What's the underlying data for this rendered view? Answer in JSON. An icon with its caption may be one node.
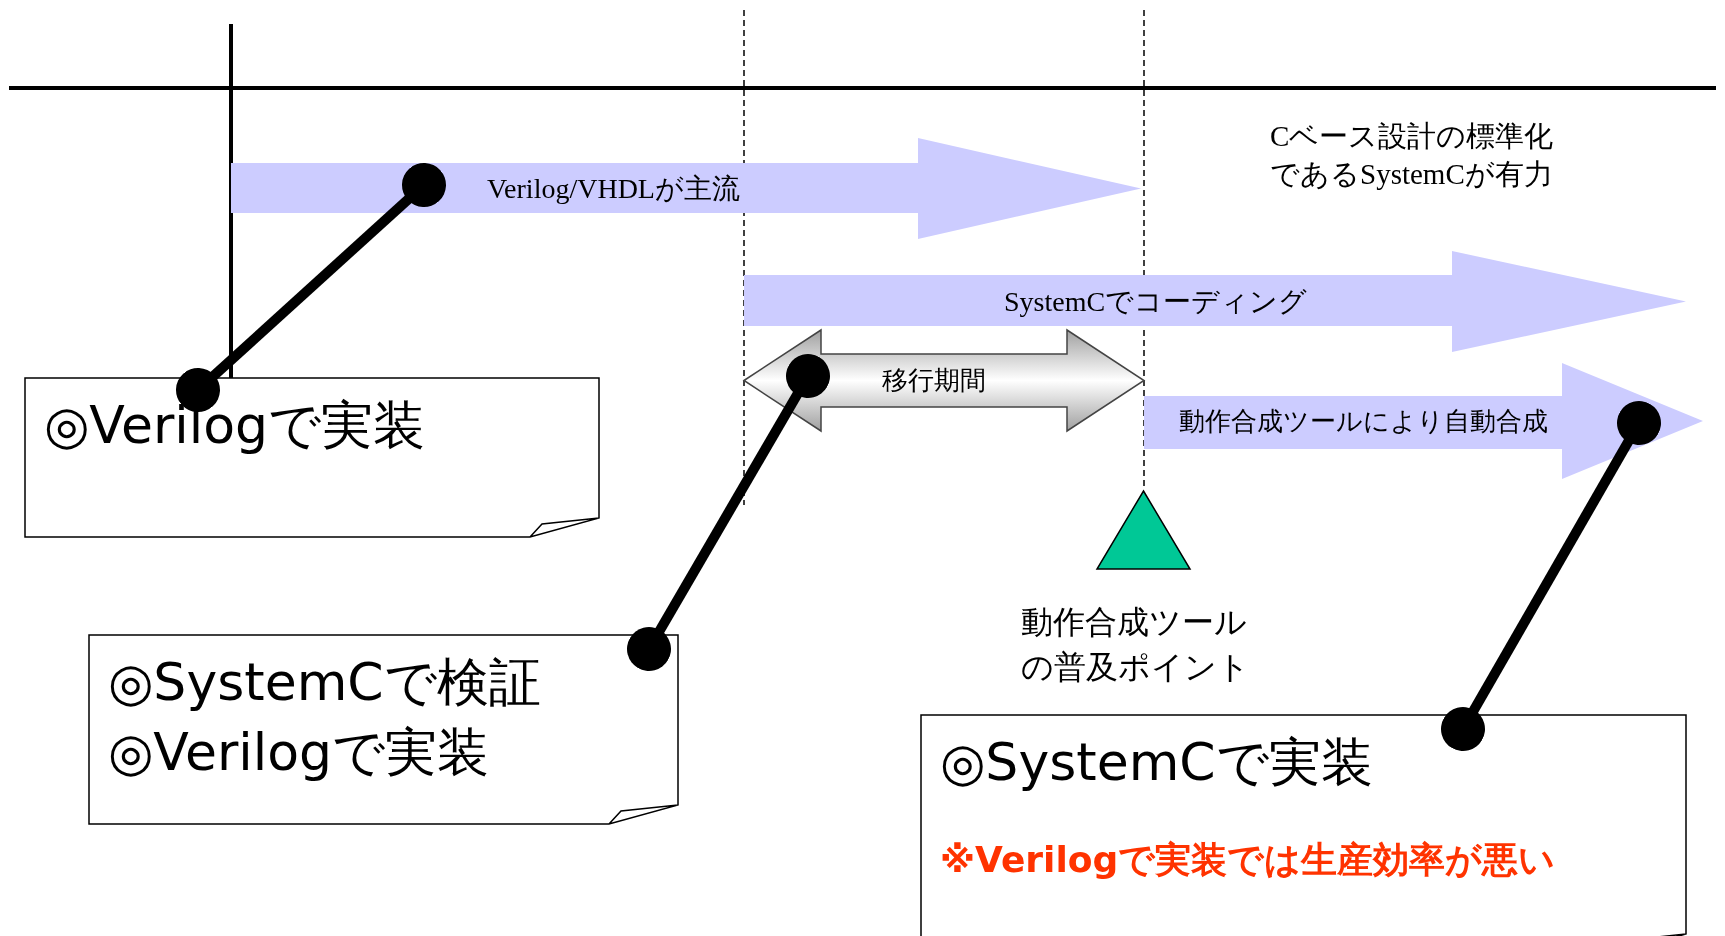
{
  "diagram": {
    "nodes": [
      {
        "text": [
          "Verilog/VHDLが主流"
        ]
      },
      {
        "text": [
          "SystemCでコーディング"
        ]
      },
      {
        "text": [
          "移行期間"
        ]
      },
      {
        "text": [
          "動作合成ツールにより自動合成"
        ]
      },
      {
        "text": [
          "◎Verilogで実装"
        ]
      },
      {
        "text": [
          "◎SystemCで検証",
          "◎Verilogで実装"
        ]
      },
      {
        "text": [
          "◎SystemCで実装",
          "※Verilogで実装では生産効率が悪い"
        ]
      },
      {
        "text": [],
        "shape": "triangle",
        "beside": [
          "動作合成ツールの普及ポイント"
        ]
      }
    ],
    "edges": [
      {
        "from": 4,
        "to": 0,
        "arrow": "other"
      },
      {
        "from": 5,
        "to": 2,
        "arrow": "other"
      },
      {
        "from": 6,
        "to": 3,
        "arrow": "other"
      }
    ],
    "labels": [
      "Cベース設計の標準化であるSystemCが有力"
    ]
  }
}
